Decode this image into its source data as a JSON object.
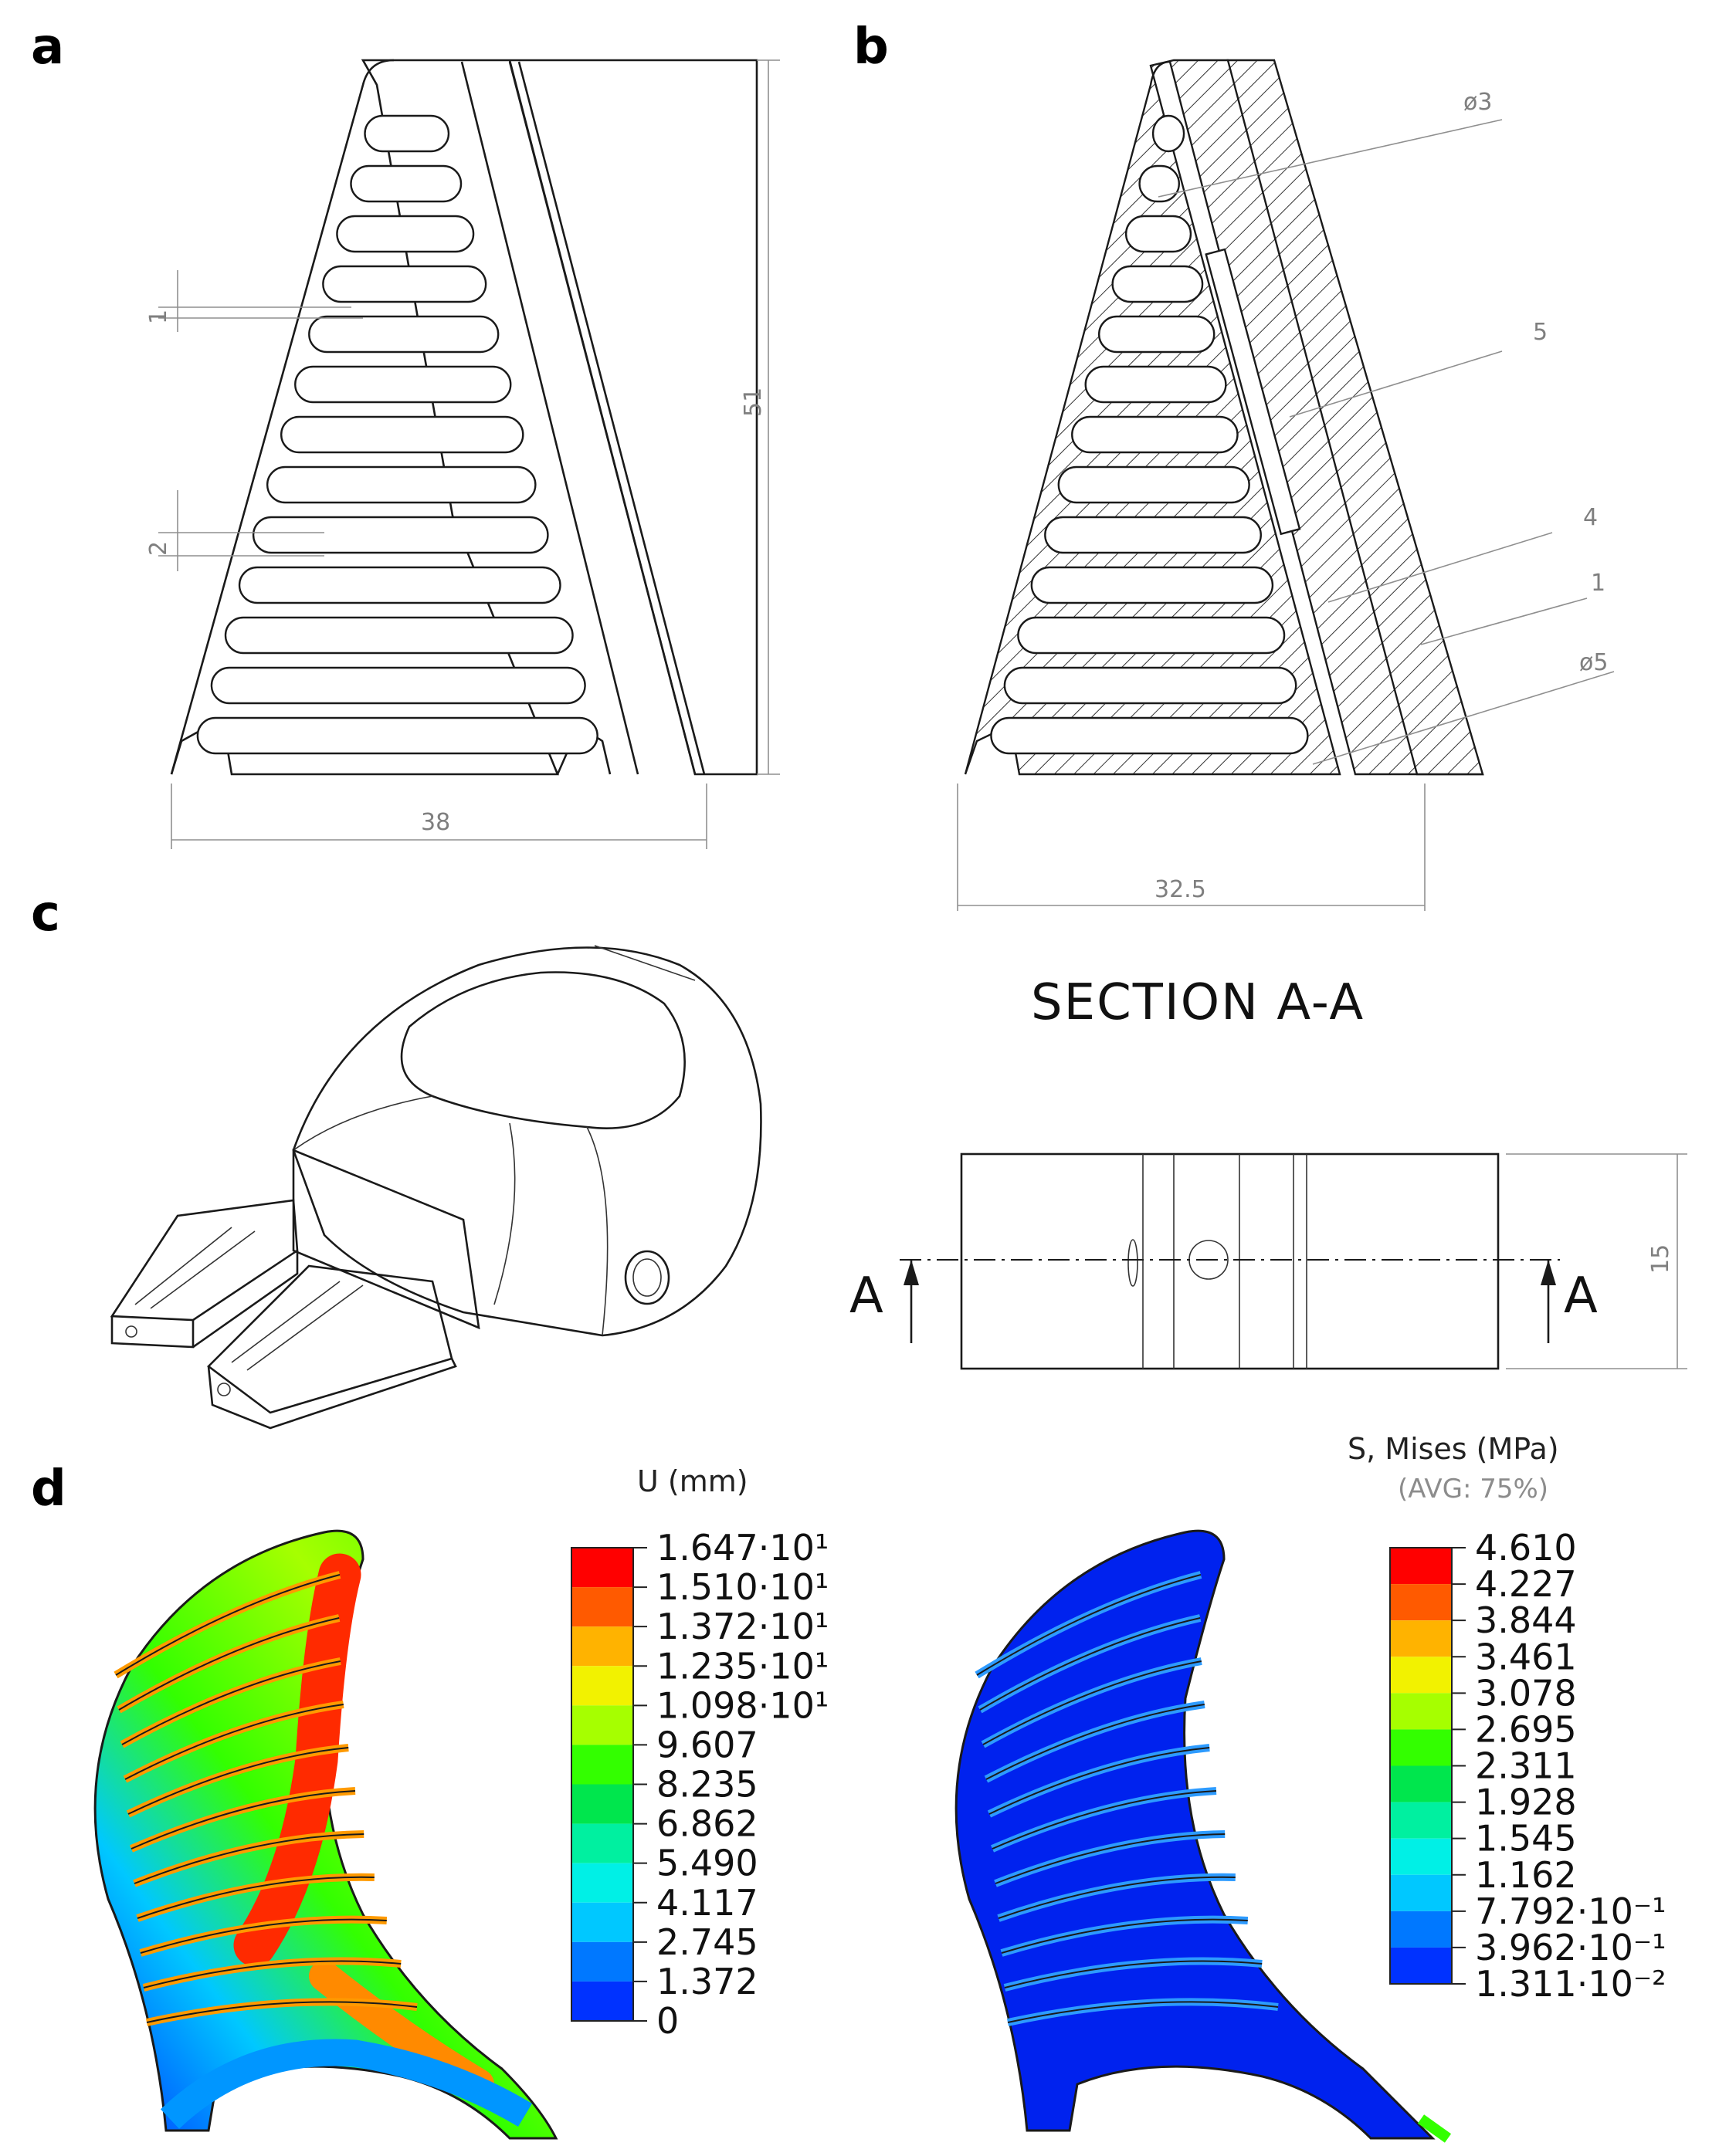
{
  "panels": {
    "a": {
      "label": "a",
      "dims": {
        "height": "51",
        "width": "38",
        "rib_gap": "1",
        "rib": "2"
      }
    },
    "b": {
      "label": "b",
      "dims": {
        "d3": "ø3",
        "five": "5",
        "four": "4",
        "one": "1",
        "d5": "ø5",
        "width": "32.5"
      },
      "section_title": "SECTION A-A"
    },
    "c": {
      "label": "c",
      "view_dims": {
        "height": "15"
      },
      "arrow_left": "A",
      "arrow_right": "A"
    },
    "d": {
      "label": "d",
      "left_legend": {
        "title": "U (mm)",
        "ticks": [
          "1.647·10¹",
          "1.510·10¹",
          "1.372·10¹",
          "1.235·10¹",
          "1.098·10¹",
          "9.607",
          "8.235",
          "6.862",
          "5.490",
          "4.117",
          "2.745",
          "1.372",
          "0"
        ]
      },
      "right_legend": {
        "title": "S, Mises (MPa)",
        "subtitle": "(AVG: 75%)",
        "ticks": [
          "4.610",
          "4.227",
          "3.844",
          "3.461",
          "3.078",
          "2.695",
          "2.311",
          "1.928",
          "1.545",
          "1.162",
          "7.792·10⁻¹",
          "3.962·10⁻¹",
          "1.311·10⁻²"
        ]
      },
      "colors": [
        "#ff0000",
        "#ff5a00",
        "#ffb300",
        "#f2f200",
        "#a6ff00",
        "#33ff00",
        "#00e64d",
        "#00f0a0",
        "#00f0e6",
        "#00c8ff",
        "#0078ff",
        "#0032ff",
        "#0000ff"
      ]
    }
  }
}
